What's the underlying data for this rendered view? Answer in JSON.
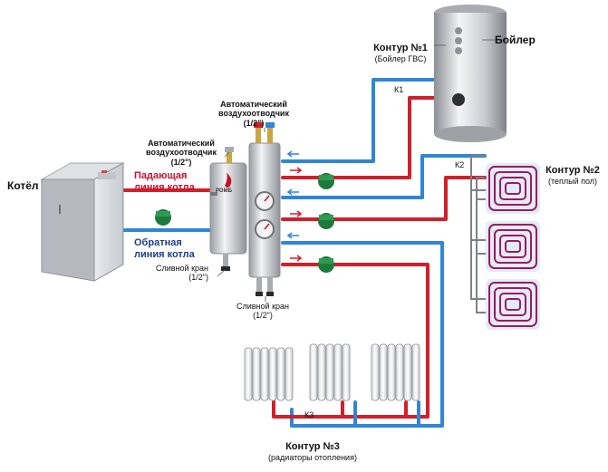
{
  "colors": {
    "supply": "#d21f2a",
    "return": "#2f86d6",
    "return_text": "#1f3e8f",
    "supply_text": "#c8102e",
    "steel": "#b9bcc0",
    "pump": "#1e7a3c",
    "floor_coil": "#a2195c"
  },
  "labels": {
    "boiler_tank": "Бойлер",
    "circuit1_title": "Контур №1",
    "circuit1_sub": "(Бойлер ГВС)",
    "k1": "К1",
    "air_vent_top_l1": "Автоматический",
    "air_vent_top_l2": "воздухоотводчик",
    "air_vent_top_l3": "(1/2\")",
    "air_vent_left_l1": "Автоматический",
    "air_vent_left_l2": "воздухоотводчик",
    "air_vent_left_l3": "(1/2\")",
    "circuit2_title": "Контур №2",
    "circuit2_sub": "(теплый пол)",
    "k2": "К2",
    "kotel": "Котёл",
    "supply_l1": "Падающая",
    "supply_l2": "линия котла",
    "return_l1": "Обратная",
    "return_l2": "линия котла",
    "drain_left_l1": "Сливной кран",
    "drain_left_l2": "(1/2\")",
    "drain_bottom_l1": "Сливной кран",
    "drain_bottom_l2": "(1/2\")",
    "k3": "К3",
    "circuit3_title": "Контур №3",
    "circuit3_sub": "(радиаторы отопления)",
    "logo": "РОМБ"
  },
  "icons": {
    "boiler_tank": "water-heater-tank-icon",
    "kotel": "gas-boiler-icon",
    "hydro_arrow": "hydraulic-separator-icon",
    "manifold": "distribution-manifold-icon",
    "pump": "circulation-pump-icon",
    "gauge": "thermomanometer-icon",
    "air_vent": "air-vent-icon",
    "drain_valve": "drain-valve-icon",
    "floor_coil": "underfloor-heating-coil-icon",
    "radiator": "radiator-icon",
    "flow_arrow": "flow-arrow-icon"
  }
}
